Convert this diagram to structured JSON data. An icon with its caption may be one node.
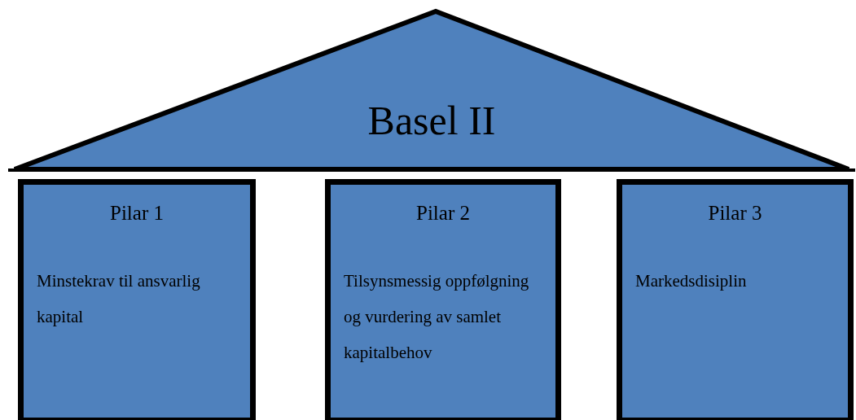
{
  "diagram": {
    "nodes": [
      {
        "text": [
          "Basel II"
        ]
      },
      {
        "text": [
          "Pilar 1",
          "Minstekrav til ansvarlig kapital"
        ]
      },
      {
        "text": [
          "Pilar 2",
          "Tilsynsmessig oppfølgning og vurdering av samlet kapitalbehov"
        ]
      },
      {
        "text": [
          "Pilar 3",
          "Markedsdisiplin"
        ]
      }
    ]
  }
}
